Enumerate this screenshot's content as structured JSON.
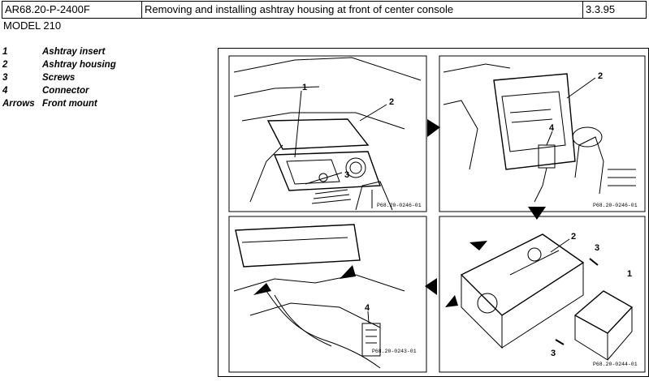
{
  "header": {
    "doc_number": "AR68.20-P-2400F",
    "title": "Removing and installing ashtray housing at front of center console",
    "date": "3.3.95"
  },
  "model": "MODEL  210",
  "legend": [
    {
      "key": "1",
      "text": "Ashtray insert"
    },
    {
      "key": "2",
      "text": "Ashtray housing"
    },
    {
      "key": "3",
      "text": "Screws"
    },
    {
      "key": "4",
      "text": "Connector"
    },
    {
      "key": "Arrows",
      "text": "Front mount"
    }
  ],
  "figure": {
    "panel_codes": [
      "P68.20-0246-01",
      "P68.20-0246-01",
      "P68.20-0243-01",
      "P68.20-0244-01"
    ],
    "callouts": {
      "p1": [
        "1",
        "2",
        "3"
      ],
      "p2": [
        "2",
        "4"
      ],
      "p3": [
        "4"
      ],
      "p4": [
        "2",
        "3",
        "1",
        "3"
      ]
    }
  }
}
